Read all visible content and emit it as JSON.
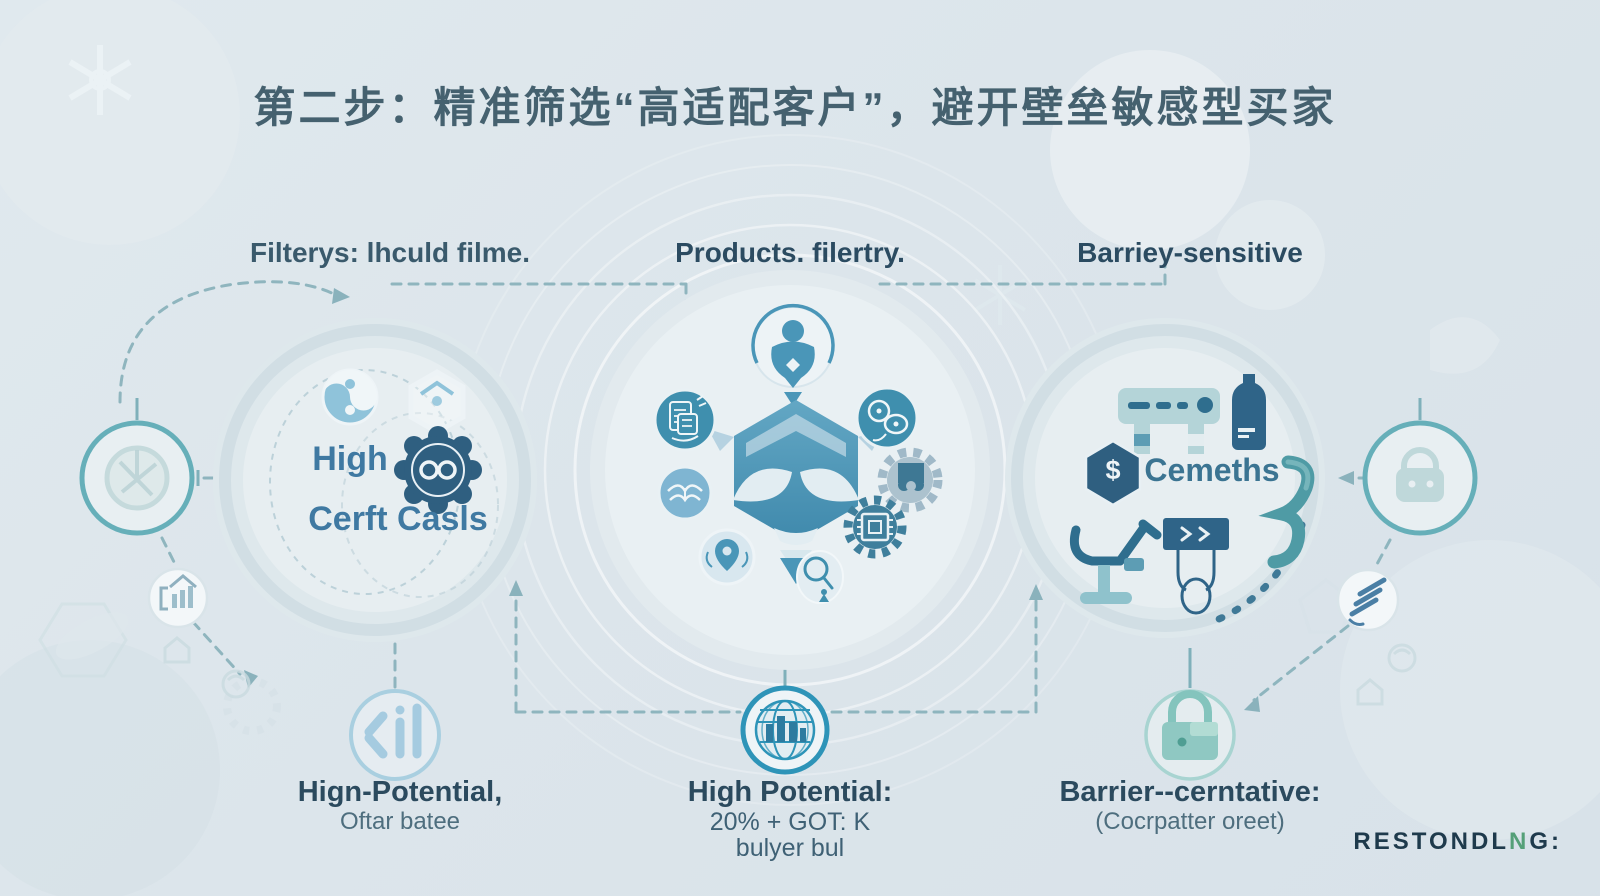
{
  "title": "第二步：精准筛选“高适配客户”，避开壁垒敏感型买家",
  "sections": {
    "left": {
      "header": "Filterys: lhculd filme.",
      "circle_word_top": "High",
      "circle_word_bottom": "Cerft Casls",
      "footer_title": "Hign-Potential,",
      "footer_sub": "Oftar batee"
    },
    "center": {
      "header": "Products. filertry.",
      "footer_title": "High Potential:",
      "footer_line1": "20% + GOT: K",
      "footer_line2": "bulyer bul"
    },
    "right": {
      "header": "Barriey-sensitive",
      "circle_label": "Cemeths",
      "dollar_symbol": "$",
      "footer_title": "Barrier--cerntative:",
      "footer_sub": "(Cocrpatter oreet)"
    }
  },
  "logo": {
    "pre": "RESTONDL",
    "accent": "N",
    "post": "G:"
  },
  "icons": {
    "left": [
      "yin-yang-icon",
      "hex-badge-icon",
      "seal-infinity-icon",
      "bar-chart-icon"
    ],
    "center": [
      "person-icon",
      "invoice-icon",
      "molecule-icon",
      "book-icon",
      "location-pin-icon",
      "magnifier-icon",
      "chip-gear-icon",
      "puzzle-gear-icon",
      "alien-hexagon-icon",
      "globe-icon"
    ],
    "right": [
      "machine-icon",
      "bottle-icon",
      "dollar-hexagon-icon",
      "chair-icon",
      "crate-icon",
      "ribbon-icon",
      "padlock-icon",
      "wifi-layers-icon"
    ],
    "sides": [
      "wheel-ring-icon",
      "lock-ring-icon",
      "building-chart-icon"
    ]
  },
  "colors": {
    "background": "#dce5eb",
    "title_text": "#45616f",
    "header_text": "#2b4b61",
    "body_text": "#4e6e7e",
    "accent_blue": "#4a96b8",
    "dark_slate": "#2f5f80",
    "light_blue": "#8fc3da",
    "ring_teal": "#66afb9",
    "globe_blue": "#2e94b8",
    "logo_dark": "#1e3a4c",
    "logo_green": "#55a078"
  }
}
